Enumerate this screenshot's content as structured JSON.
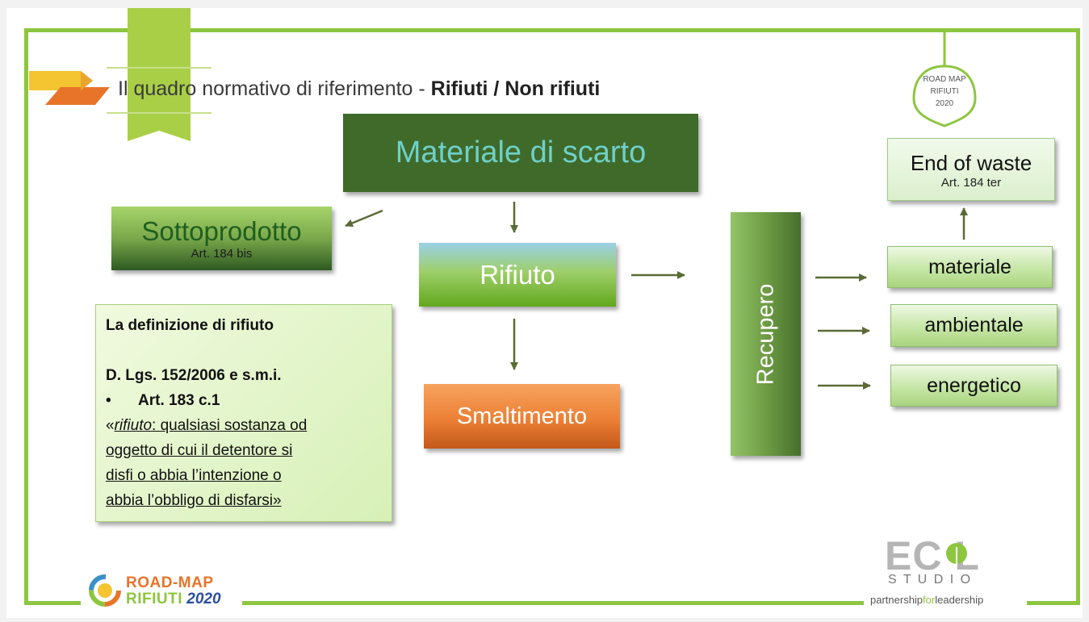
{
  "title": {
    "normal": "Il quadro normativo di riferimento - ",
    "bold": "Rifiuti / Non rifiuti"
  },
  "badge": {
    "line1": "ROAD MAP",
    "line2": "RIFIUTI",
    "line3": "2020"
  },
  "nodes": {
    "materiale_di_scarto": "Materiale di scarto",
    "sottoprodotto": "Sottoprodotto",
    "sottoprodotto_ref": "Art. 184 bis",
    "rifiuto": "Rifiuto",
    "smaltimento": "Smaltimento",
    "recupero": "Recupero",
    "end_of_waste": "End of waste",
    "end_of_waste_ref": "Art. 184 ter",
    "materiale": "materiale",
    "ambientale": "ambientale",
    "energetico": "energetico"
  },
  "definition": {
    "heading": "La definizione di rifiuto",
    "law": "D. Lgs. 152/2006 e s.m.i.",
    "bullet": "•",
    "article": "Art. 183 c.1",
    "quote_open": "«",
    "quote_term": "rifiuto",
    "quote_line1_rest": ": qualsiasi sostanza od",
    "quote_line2": "oggetto di cui il detentore si",
    "quote_line3": "disfi o abbia l’intenzione o",
    "quote_line4": "abbia l’obbligo di disfarsi»"
  },
  "footer_logo": {
    "line1": "ROAD-MAP",
    "line2": "RIFIUTI",
    "year": "2020"
  },
  "ecol": {
    "brand": "EC L",
    "studio": "S T U D I O",
    "tag_a": "partnership",
    "tag_b": "for",
    "tag_c": "leadership"
  },
  "colors": {
    "frame": "#8dc63f",
    "dark_green": "#3f6a2a",
    "teal_text": "#6fd0c8",
    "orange": "#e8742a",
    "arrow": "#5a6b35"
  }
}
